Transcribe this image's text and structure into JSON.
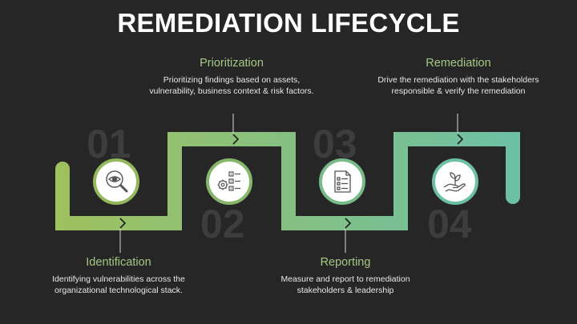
{
  "title": "REMEDIATION LIFECYCLE",
  "steps": [
    {
      "num": "01",
      "heading": "Identification",
      "description": "Identifying vulnerabilities across the organizational technological stack.",
      "icon": "eye-magnifier-icon"
    },
    {
      "num": "02",
      "heading": "Prioritization",
      "description": "Prioritizing findings based on assets, vulnerability, business context & risk factors.",
      "icon": "gear-list-icon",
      "list_numbers": [
        "1",
        "2",
        "3"
      ]
    },
    {
      "num": "03",
      "heading": "Reporting",
      "description": "Measure and report to remediation stakeholders & leadership",
      "icon": "report-document-icon"
    },
    {
      "num": "04",
      "heading": "Remediation",
      "description": "Drive the remediation with the stakeholders responsible & verify the remediation",
      "icon": "hand-plant-icon"
    }
  ],
  "colors": {
    "background": "#262626",
    "heading_green": "#a6c884",
    "path_start": "#9fc15e",
    "path_end": "#6cc0a6",
    "number_gray": "#3d3d3d",
    "circle_border_1": "#96b85c",
    "circle_border_2": "#86b66a",
    "circle_border_3": "#78ba88",
    "circle_border_4": "#6cc0a6"
  }
}
